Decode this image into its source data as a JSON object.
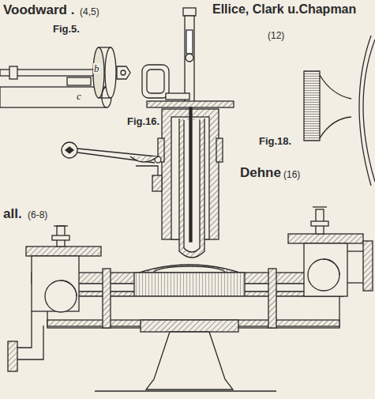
{
  "diagram": {
    "labels": [
      "Voodward .",
      "(4,5)",
      "Fig.5.",
      "b",
      "c",
      "Ellice, Clark u.Chapman",
      "(12)",
      "Fig.16.",
      "Fig.18.",
      "Dehne",
      "(16)",
      "all.",
      "(6-8)"
    ]
  }
}
